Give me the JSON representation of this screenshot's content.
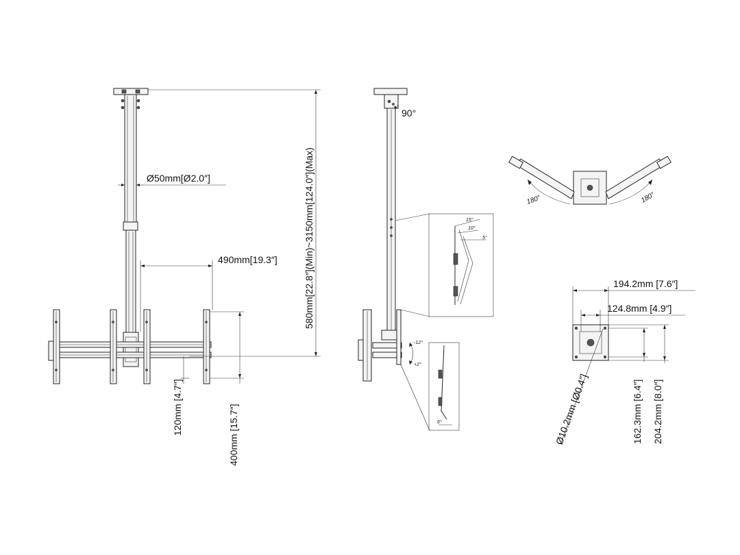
{
  "front_view": {
    "pole_diameter": "Ø50mm[Ø2.0″]",
    "arm_length": "490mm[19.3″]",
    "height_range": "580mm[22.8″](Min)~3150mm[124.0″](Max)",
    "offset_small": "120mm [4.7″]",
    "offset_large": "400mm [15.7″]"
  },
  "side_view": {
    "top_rotation": "90°",
    "tilt_detail": {
      "angle_a": "15°",
      "angle_b": "10°",
      "angle_c": "5°"
    },
    "tilt_range": {
      "up": "-12°",
      "down": "+2°"
    },
    "portrait_detail": {
      "angle": "6°"
    }
  },
  "top_view": {
    "left_rotation": "180°",
    "right_rotation": "180°"
  },
  "plate_view": {
    "width_outer": "194.2mm [7.6″]",
    "width_inner": "124.8mm [4.9″]",
    "hole_diameter": "Ø10.2mm [Ø0.4″]",
    "height_inner": "162.3mm [6.4″]",
    "height_outer": "204.2mm [8.0″]"
  }
}
